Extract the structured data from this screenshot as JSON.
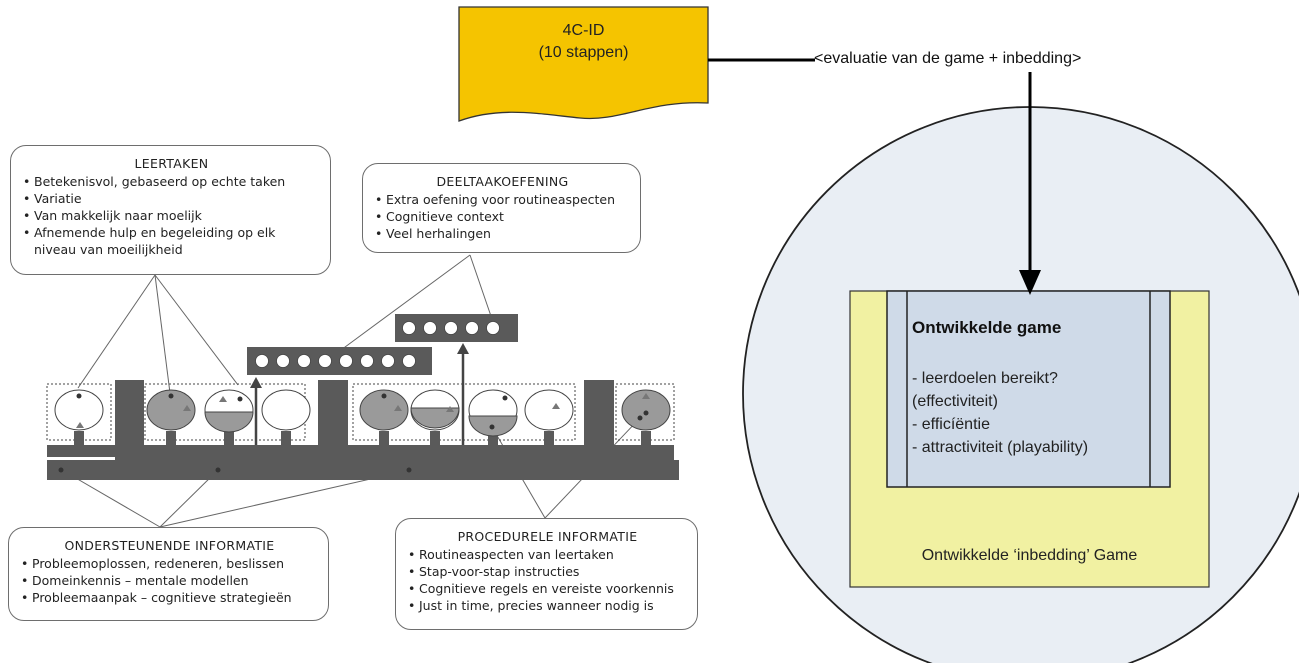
{
  "fourcid": {
    "title": "4C-ID",
    "subtitle": "(10 stappen)",
    "color": "#f5c400"
  },
  "evaluation_label": "<evaluatie van de game + inbedding>",
  "leertaken": {
    "title": "LEERTAKEN",
    "items": [
      "Betekenisvol, gebaseerd op echte taken",
      "Variatie",
      "Van makkelijk naar moelijk",
      "Afnemende hulp en begeleiding op elk",
      "niveau van moeilijkheid"
    ]
  },
  "deeltaakoefening": {
    "title": "DEELTAAKOEFENING",
    "items": [
      "Extra oefening voor routineaspecten",
      "Cognitieve context",
      "Veel herhalingen"
    ]
  },
  "ondersteunende": {
    "title": "ONDERSTEUNENDE INFORMATIE",
    "items": [
      "Probleemoplossen, redeneren, beslissen",
      "Domeinkennis – mentale modellen",
      "Probleemaanpak – cognitieve strategieën"
    ]
  },
  "procedurele": {
    "title": "PROCEDURELE INFORMATIE",
    "items": [
      "Routineaspecten van leertaken",
      "Stap-voor-stap instructies",
      "Cognitieve regels en vereiste voorkennis",
      "Just in time, precies wanneer nodig is"
    ]
  },
  "game_box": {
    "title": "Ontwikkelde game",
    "lines": [
      "- leerdoelen bereikt?",
      "(effectiviteit)",
      "- efficíëntie",
      "- attractiviteit (playability)"
    ]
  },
  "inbedding_label": "Ontwikkelde ‘inbedding’ Game",
  "colors": {
    "circle_fill": "#e9eef4",
    "inbedding_fill": "#f1f1a2",
    "game_fill": "#cfdae8",
    "bar": "#5a5a5a",
    "arrow": "#000000"
  }
}
